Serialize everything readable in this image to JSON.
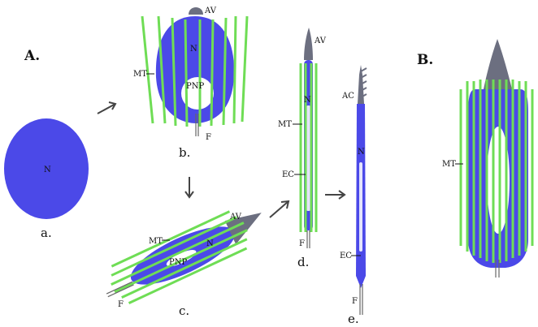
{
  "panel_labels": {
    "A": "A.",
    "B": "B."
  },
  "stage_labels": {
    "a": "a.",
    "b": "b.",
    "c": "c.",
    "d": "d.",
    "e": "e."
  },
  "structures": {
    "N": "N",
    "AV": "AV",
    "AC": "AC",
    "MT": "MT",
    "PNP": "PNP",
    "F": "F",
    "EC": "EC"
  },
  "colors": {
    "nucleus": "#4b49e8",
    "microtubules": "#6fdd55",
    "acrosome": "#6c6f80"
  }
}
